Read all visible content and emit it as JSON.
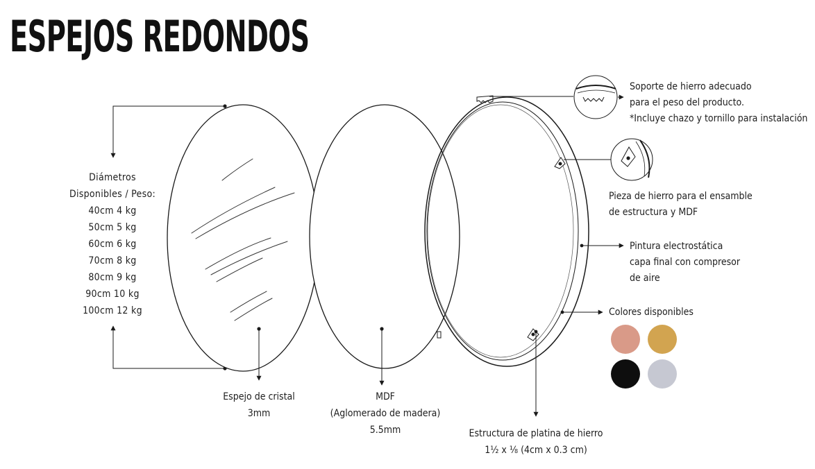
{
  "title": "ESPEJOS REDONDOS",
  "diameters": {
    "heading": [
      "Diámetros",
      "Disponibles / Peso:"
    ],
    "rows": [
      "40cm 4 kg",
      "50cm 5 kg",
      "60cm 6 kg",
      "70cm 8 kg",
      "80cm 9 kg",
      "90cm 10 kg",
      "100cm 12 kg"
    ]
  },
  "mirror_label": [
    "Espejo de cristal",
    "3mm"
  ],
  "mdf_label": [
    "MDF",
    "(Aglomerado de madera)",
    "5.5mm"
  ],
  "frame_label": [
    "Estructura de platina de hierro",
    "1½ x ⅛ (4cm x 0.3 cm)"
  ],
  "hanger_label": [
    "Soporte de hierro adecuado",
    "para el peso del producto.",
    "*Incluye chazo y tornillo para instalación"
  ],
  "joint_label": [
    "Pieza de hierro para el ensamble",
    "de estructura y MDF"
  ],
  "paint_label": [
    "Pintura electrostática",
    "capa final  con compresor",
    "de aire"
  ],
  "colors": {
    "heading": "Colores disponibles",
    "swatches": [
      "#d99a88",
      "#d2a450",
      "#0e0e0e",
      "#c6c8d2"
    ]
  }
}
